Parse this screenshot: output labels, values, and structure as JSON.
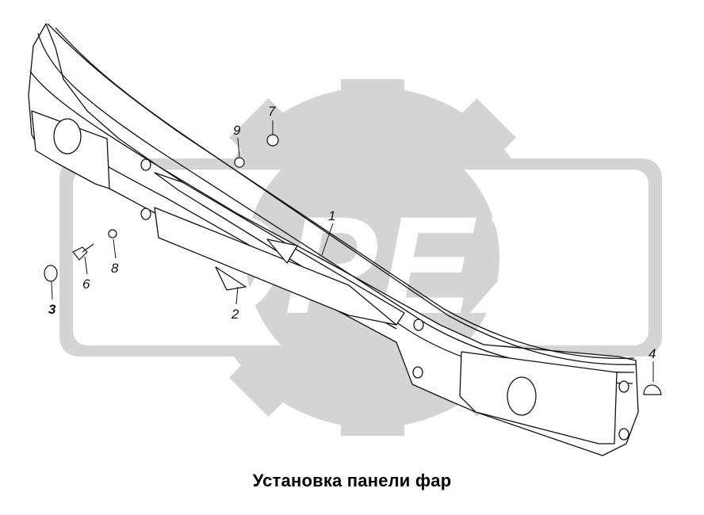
{
  "watermark": {
    "text": "OPEX",
    "color": "#d4d4d4"
  },
  "callouts": {
    "c1": "1",
    "c2": "2",
    "c3": "3",
    "c4": "4",
    "c6": "6",
    "c7": "7",
    "c8": "8",
    "c9": "9"
  },
  "caption": "Установка панели фар"
}
